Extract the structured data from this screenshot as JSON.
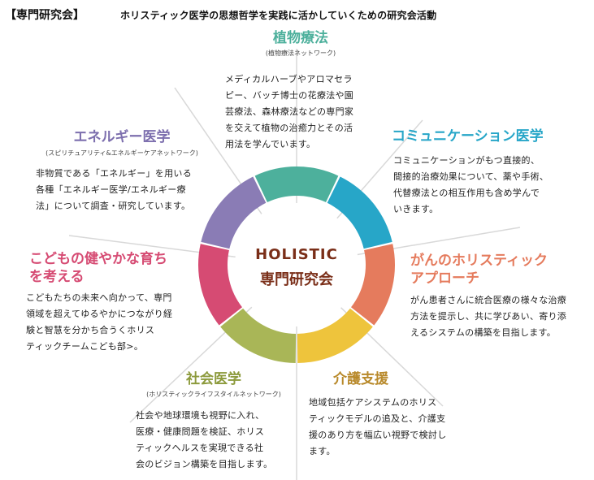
{
  "header": {
    "tag": "【専門研究会】",
    "description": "ホリスティック医学の思想哲学を実践に活かしていくための研究会活動"
  },
  "center": {
    "line1": "HOLISTIC",
    "line2": "専門研究会"
  },
  "colors": {
    "plant": "#4db09c",
    "communication": "#27a6c8",
    "cancer": "#e57b5d",
    "care": "#eec43c",
    "social": "#a9b657",
    "children": "#d64b73",
    "energy": "#8a7cb5",
    "center_text": "#7a2e18"
  },
  "groups": {
    "plant": {
      "title": "植物療法",
      "subtitle": "(植物療法ネットワーク)",
      "body": [
        "メディカルハーブやアロマセラ",
        "ピー、バッチ博士の花療法や園",
        "芸療法、森林療法などの専門家",
        "を交えて植物の治癒力とその活",
        "用法を学んでいます。"
      ]
    },
    "communication": {
      "title": "コミュニケーション医学",
      "body": [
        "コミュニケーションがもつ直接的、",
        "間接的治療効果について、薬や手術、",
        "代替療法との相互作用も含め学んで",
        "いきます。"
      ]
    },
    "cancer": {
      "title": [
        "がんのホリスティック",
        "アプローチ"
      ],
      "body": [
        "がん患者さんに統合医療の様々な治療",
        "方法を提示し、共に学びあい、寄り添",
        "えるシステムの構築を目指します。"
      ]
    },
    "care": {
      "title": "介護支援",
      "body": [
        "地域包括ケアシステムのホリス",
        "ティックモデルの追及と、介護支",
        "援のあり方を幅広い視野で検討し",
        "ます。"
      ]
    },
    "social": {
      "title": "社会医学",
      "subtitle": "(ホリスティックライフスタイルネットワーク)",
      "body": [
        "社会や地球環境も視野に入れ、",
        "医療・健康問題を検証、ホリス",
        "ティックヘルスを実現できる社",
        "会のビジョン構築を目指します。"
      ]
    },
    "children": {
      "title": [
        "こどもの健やかな育ち",
        "を考える"
      ],
      "body": [
        "こどもたちの未来へ向かって、専門",
        "領域を超えてゆるやかにつながり経",
        "験と智慧を分かち合うくホリス",
        "ティックチームこども部>。"
      ]
    },
    "energy": {
      "title": "エネルギー医学",
      "subtitle": "(スピリチュアリティ&エネルギーケアネットワーク)",
      "body": [
        "非物質である「エネルギー」を用いる",
        "各種「エネルギー医学/エネルギー療",
        "法」について調査・研究しています。"
      ]
    }
  }
}
